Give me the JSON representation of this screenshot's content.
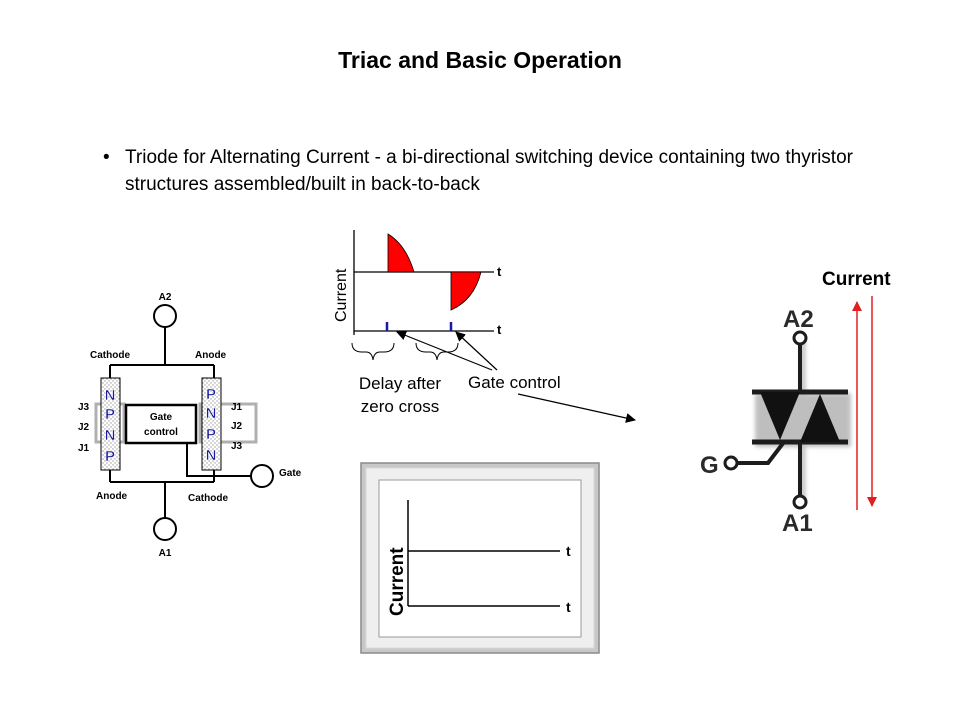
{
  "slide": {
    "title": "Triac and Basic Operation",
    "bullet": "Triode for Alternating Current - a bi-directional switching device containing two thyristor structures assembled/built in back-to-back"
  },
  "structure": {
    "a2": "A2",
    "a1": "A1",
    "gate_terminal": "Gate",
    "top_left": "Cathode",
    "top_right": "Anode",
    "bottom_left": "Anode",
    "bottom_right": "Cathode",
    "left_layers": [
      "N",
      "P",
      "N",
      "P"
    ],
    "right_layers": [
      "P",
      "N",
      "P",
      "N"
    ],
    "left_junctions": [
      "J3",
      "J2",
      "J1"
    ],
    "right_junctions": [
      "J1",
      "J2",
      "J3"
    ],
    "gate_box": [
      "Gate",
      "control"
    ]
  },
  "waveform": {
    "ylabel": "Current",
    "t_upper": "t",
    "t_lower": "t",
    "delay_label": [
      "Delay after",
      "zero cross"
    ],
    "gate_label": "Gate control"
  },
  "framed_plot": {
    "ylabel": "Current",
    "t_upper": "t",
    "t_lower": "t"
  },
  "symbol": {
    "current_label": "Current",
    "a2": "A2",
    "a1": "A1",
    "gate": "G"
  },
  "colors": {
    "waveform_fill": "#ff0000",
    "gate_pulse": "#1a1aa0",
    "current_arrow": "#e02020",
    "layer_text": "#1a1aa0"
  }
}
